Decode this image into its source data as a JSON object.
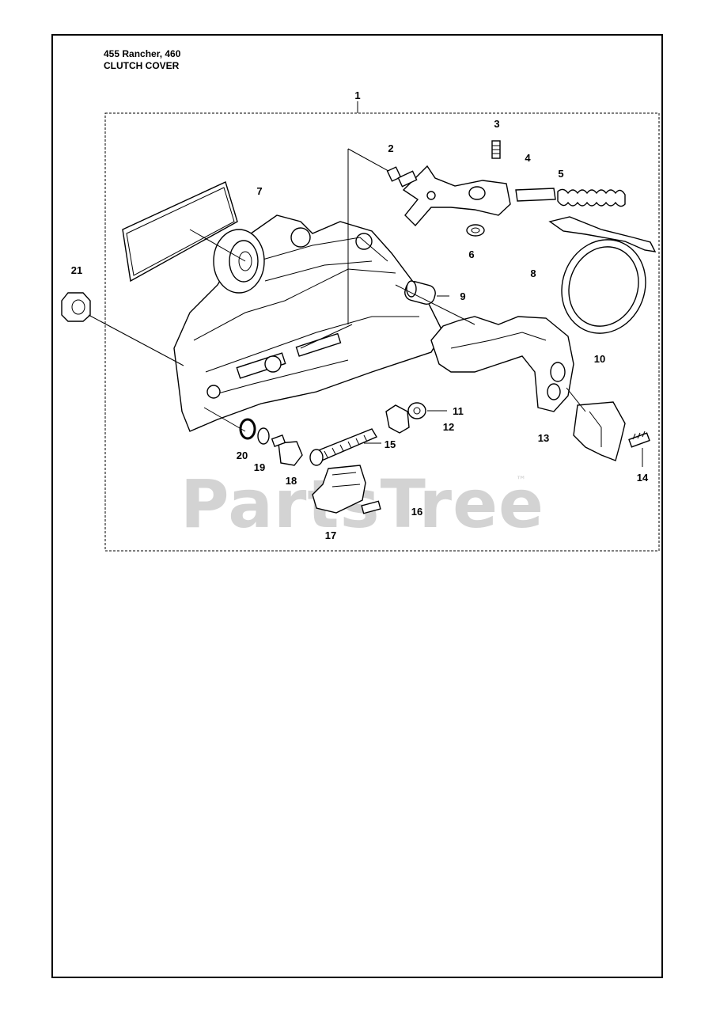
{
  "header": {
    "model": "455 Rancher, 460",
    "section": "CLUTCH COVER"
  },
  "callouts": [
    "1",
    "2",
    "3",
    "4",
    "5",
    "6",
    "7",
    "8",
    "9",
    "10",
    "11",
    "12",
    "13",
    "14",
    "15",
    "16",
    "17",
    "18",
    "19",
    "20",
    "21"
  ],
  "watermark": {
    "brand": "PartsTree",
    "trademark": "™"
  }
}
